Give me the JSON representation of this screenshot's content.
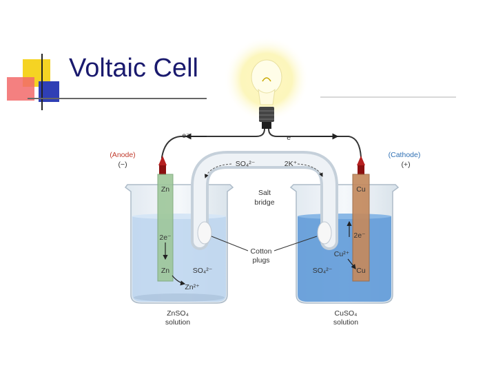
{
  "title": "Voltaic Cell",
  "labels": {
    "electron_left": "e⁻",
    "electron_right": "e⁻",
    "anode": "(Anode)",
    "anode_sign": "(−)",
    "cathode": "(Cathode)",
    "cathode_sign": "(+)",
    "sulfate_flow": "SO₄²⁻",
    "potassium_flow": "2K⁺",
    "zn_electrode": "Zn",
    "cu_electrode": "Cu",
    "salt_bridge_1": "Salt",
    "salt_bridge_2": "bridge",
    "cotton_1": "Cotton",
    "cotton_2": "plugs",
    "left_2e": "2e⁻",
    "left_zn": "Zn",
    "left_so4": "SO₄²⁻",
    "left_zn_ion": "Zn²⁺",
    "right_2e": "2e⁻",
    "right_cu_ion": "Cu²⁺",
    "right_so4": "SO₄²⁻",
    "right_cu": "Cu",
    "znso4_1": "ZnSO₄",
    "znso4_2": "solution",
    "cuso4_1": "CuSO₄",
    "cuso4_2": "solution"
  },
  "colors": {
    "title": "#1a1a6e",
    "accent_yellow": "#f5d323",
    "accent_red": "#e8303a",
    "accent_blue": "#2f3fb5",
    "anode_label": "#c0392b",
    "cathode_label": "#2e6fb3",
    "znso4_solution": "#bcd5ef",
    "cuso4_solution": "#5f9ad8",
    "zinc_electrode": "#9ec79a",
    "copper_electrode": "#c48a5e"
  }
}
